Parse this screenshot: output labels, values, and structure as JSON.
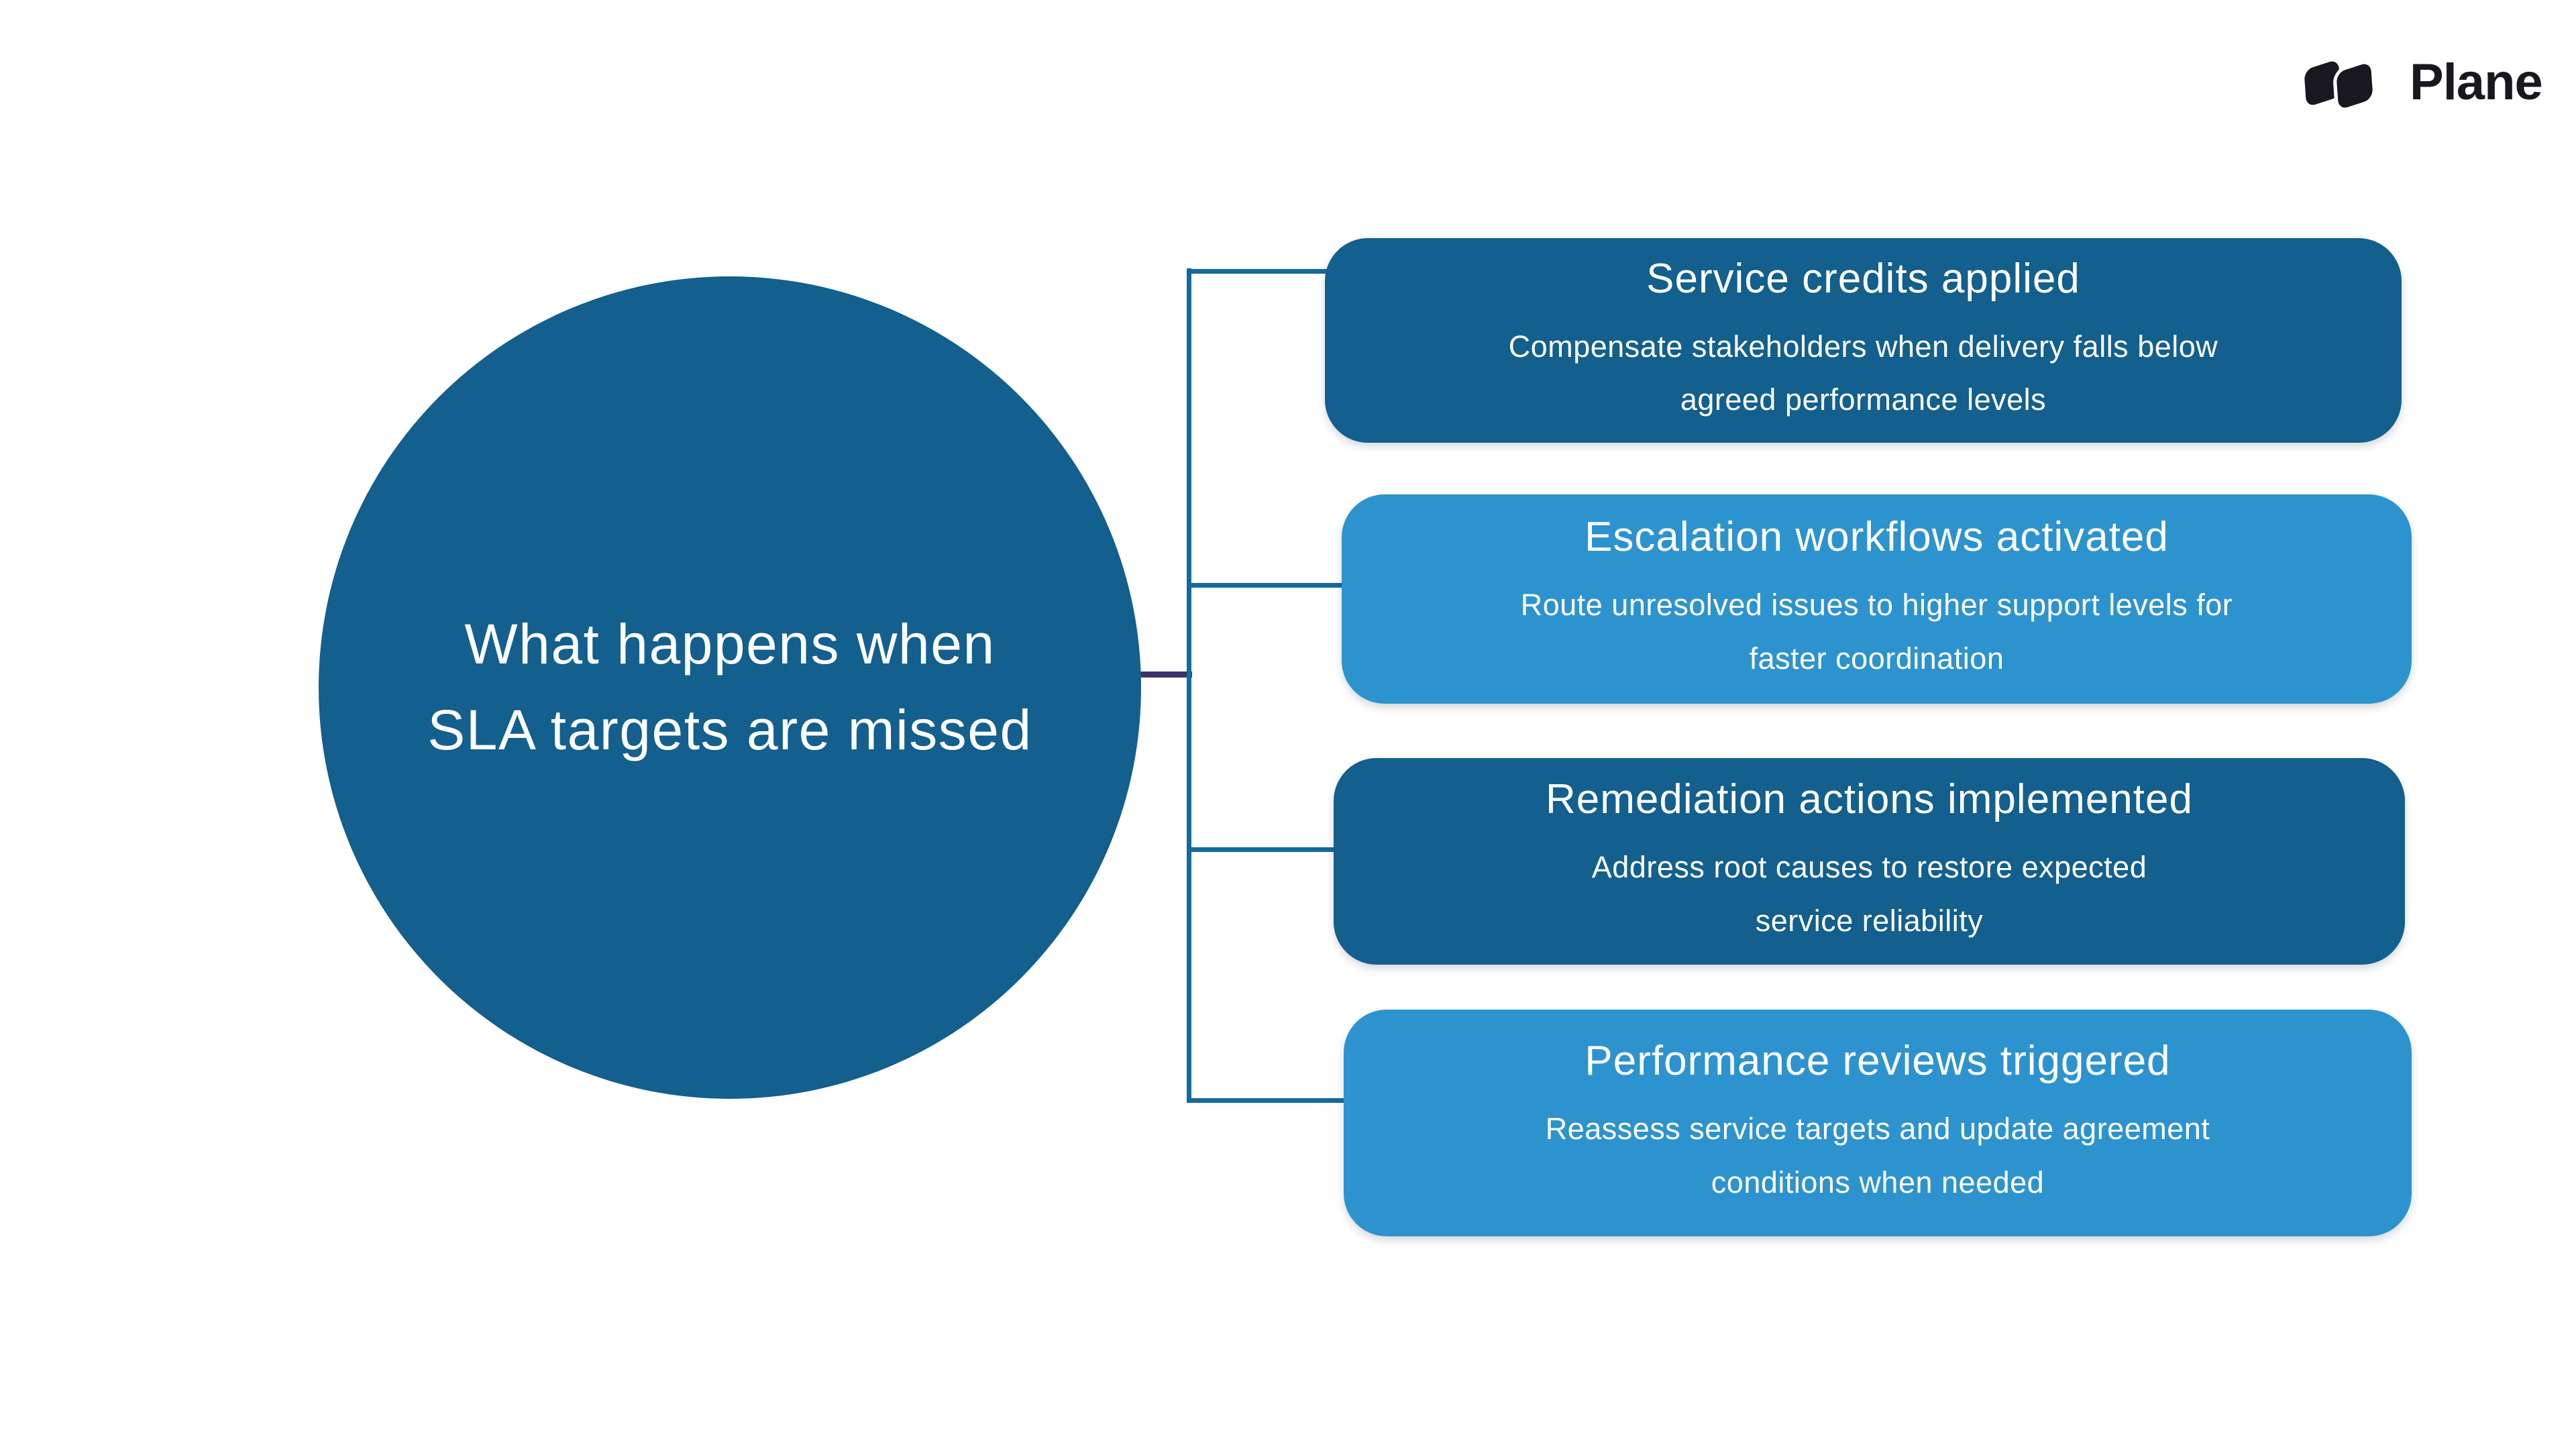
{
  "brand": {
    "name": "Plane",
    "icon": "plane-wings-icon",
    "logo_color": "#18181E"
  },
  "center_node": {
    "line1": "What happens when",
    "line2": "SLA targets are missed"
  },
  "nodes": [
    {
      "id": "service-credits",
      "variant": "dark",
      "title": "Service credits applied",
      "body_line1": "Compensate stakeholders when delivery falls below",
      "body_line2": "agreed performance levels"
    },
    {
      "id": "escalation-workflows",
      "variant": "light",
      "title": "Escalation workflows activated",
      "body_line1": "Route unresolved issues to higher support levels for",
      "body_line2": "faster coordination"
    },
    {
      "id": "remediation-actions",
      "variant": "dark",
      "title": "Remediation actions implemented",
      "body_line1": "Address root causes to restore expected",
      "body_line2": "service reliability"
    },
    {
      "id": "performance-reviews",
      "variant": "light",
      "title": "Performance reviews triggered",
      "body_line1": "Reassess service targets and update agreement",
      "body_line2": "conditions when needed"
    }
  ],
  "colors": {
    "dark_blue": "#135F8D",
    "light_blue": "#2D93CE",
    "connector_blue": "#136A9E",
    "connector_purple": "#3D3366",
    "text": "#FFFFFF",
    "background": "#FFFFFF",
    "logo_text": "#18181E"
  }
}
